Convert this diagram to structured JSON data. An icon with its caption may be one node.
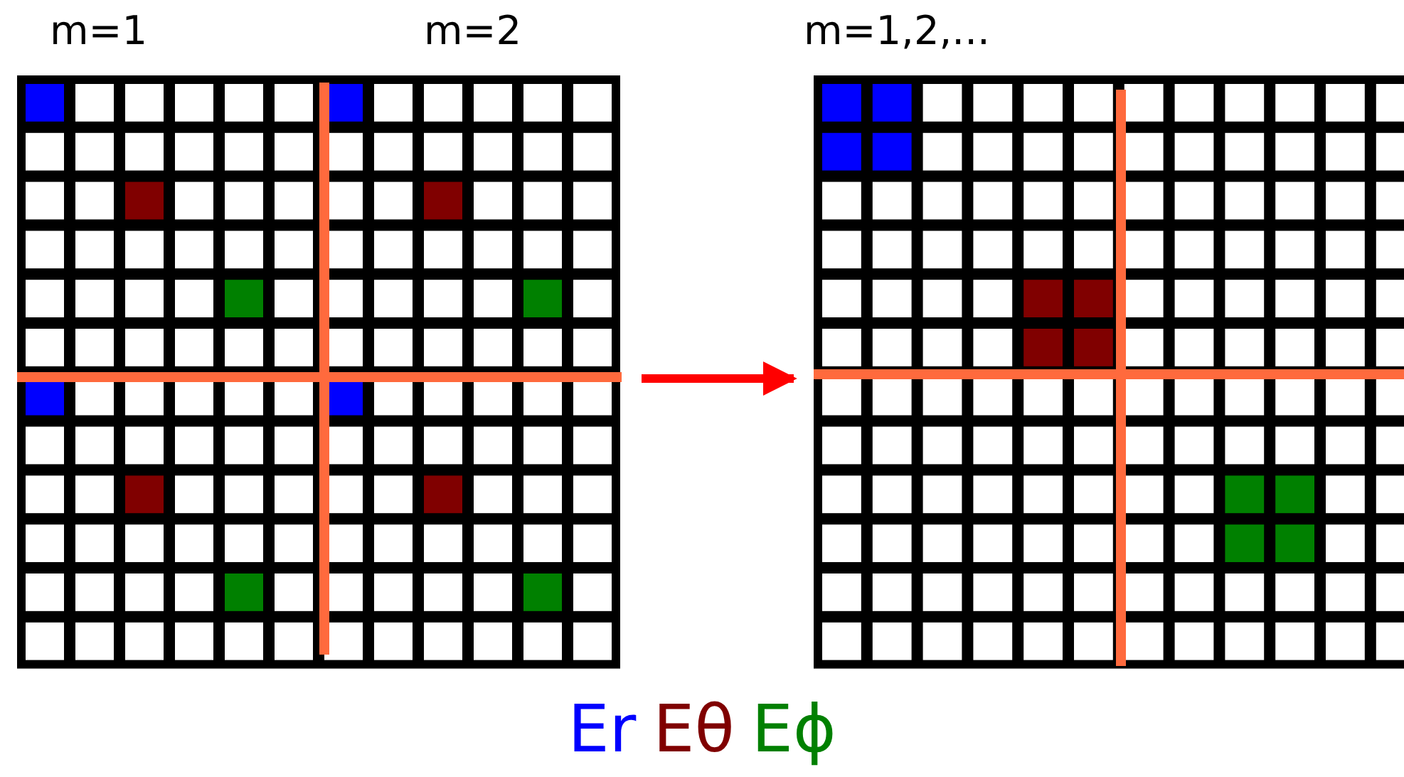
{
  "diagram": {
    "nodes": [
      {
        "text": [],
        "shape": "picture",
        "beside": [
          "m=1",
          "m=2"
        ]
      },
      {
        "text": [],
        "shape": "picture",
        "beside": [
          "m=1,2,..."
        ]
      }
    ],
    "edges": [
      {
        "from": 0,
        "to": 1,
        "arrow": "to",
        "color": "#ff0000"
      }
    ],
    "legend": [
      {
        "text": "Er",
        "color": "#0000ff"
      },
      {
        "text": "Eθ",
        "color": "#800000"
      },
      {
        "text": "Eϕ",
        "color": "#008000"
      }
    ]
  }
}
